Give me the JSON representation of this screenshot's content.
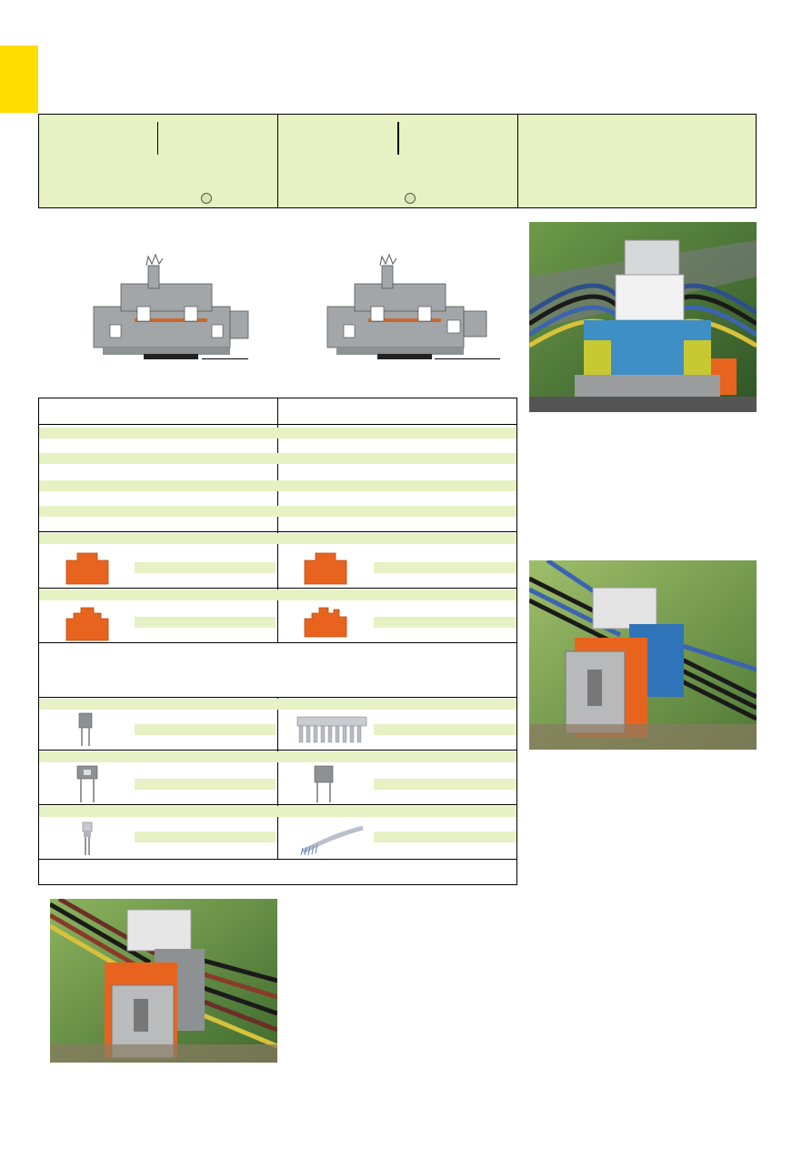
{
  "header": {
    "columns": [
      "",
      "",
      ""
    ],
    "symbols": [
      "",
      ""
    ]
  },
  "table": {
    "header_cells": [
      "",
      ""
    ],
    "note_text": "",
    "footer_text": ""
  },
  "photos": [
    {
      "name": "terminal-assembly-photo-top"
    },
    {
      "name": "terminal-assembly-photo-mid"
    },
    {
      "name": "terminal-assembly-photo-bottom"
    }
  ],
  "colors": {
    "tab_yellow": "#ffdd00",
    "band_green": "#e6f2c3",
    "cover_orange": "#e8641e",
    "terminal_grey": "#a8abad"
  }
}
